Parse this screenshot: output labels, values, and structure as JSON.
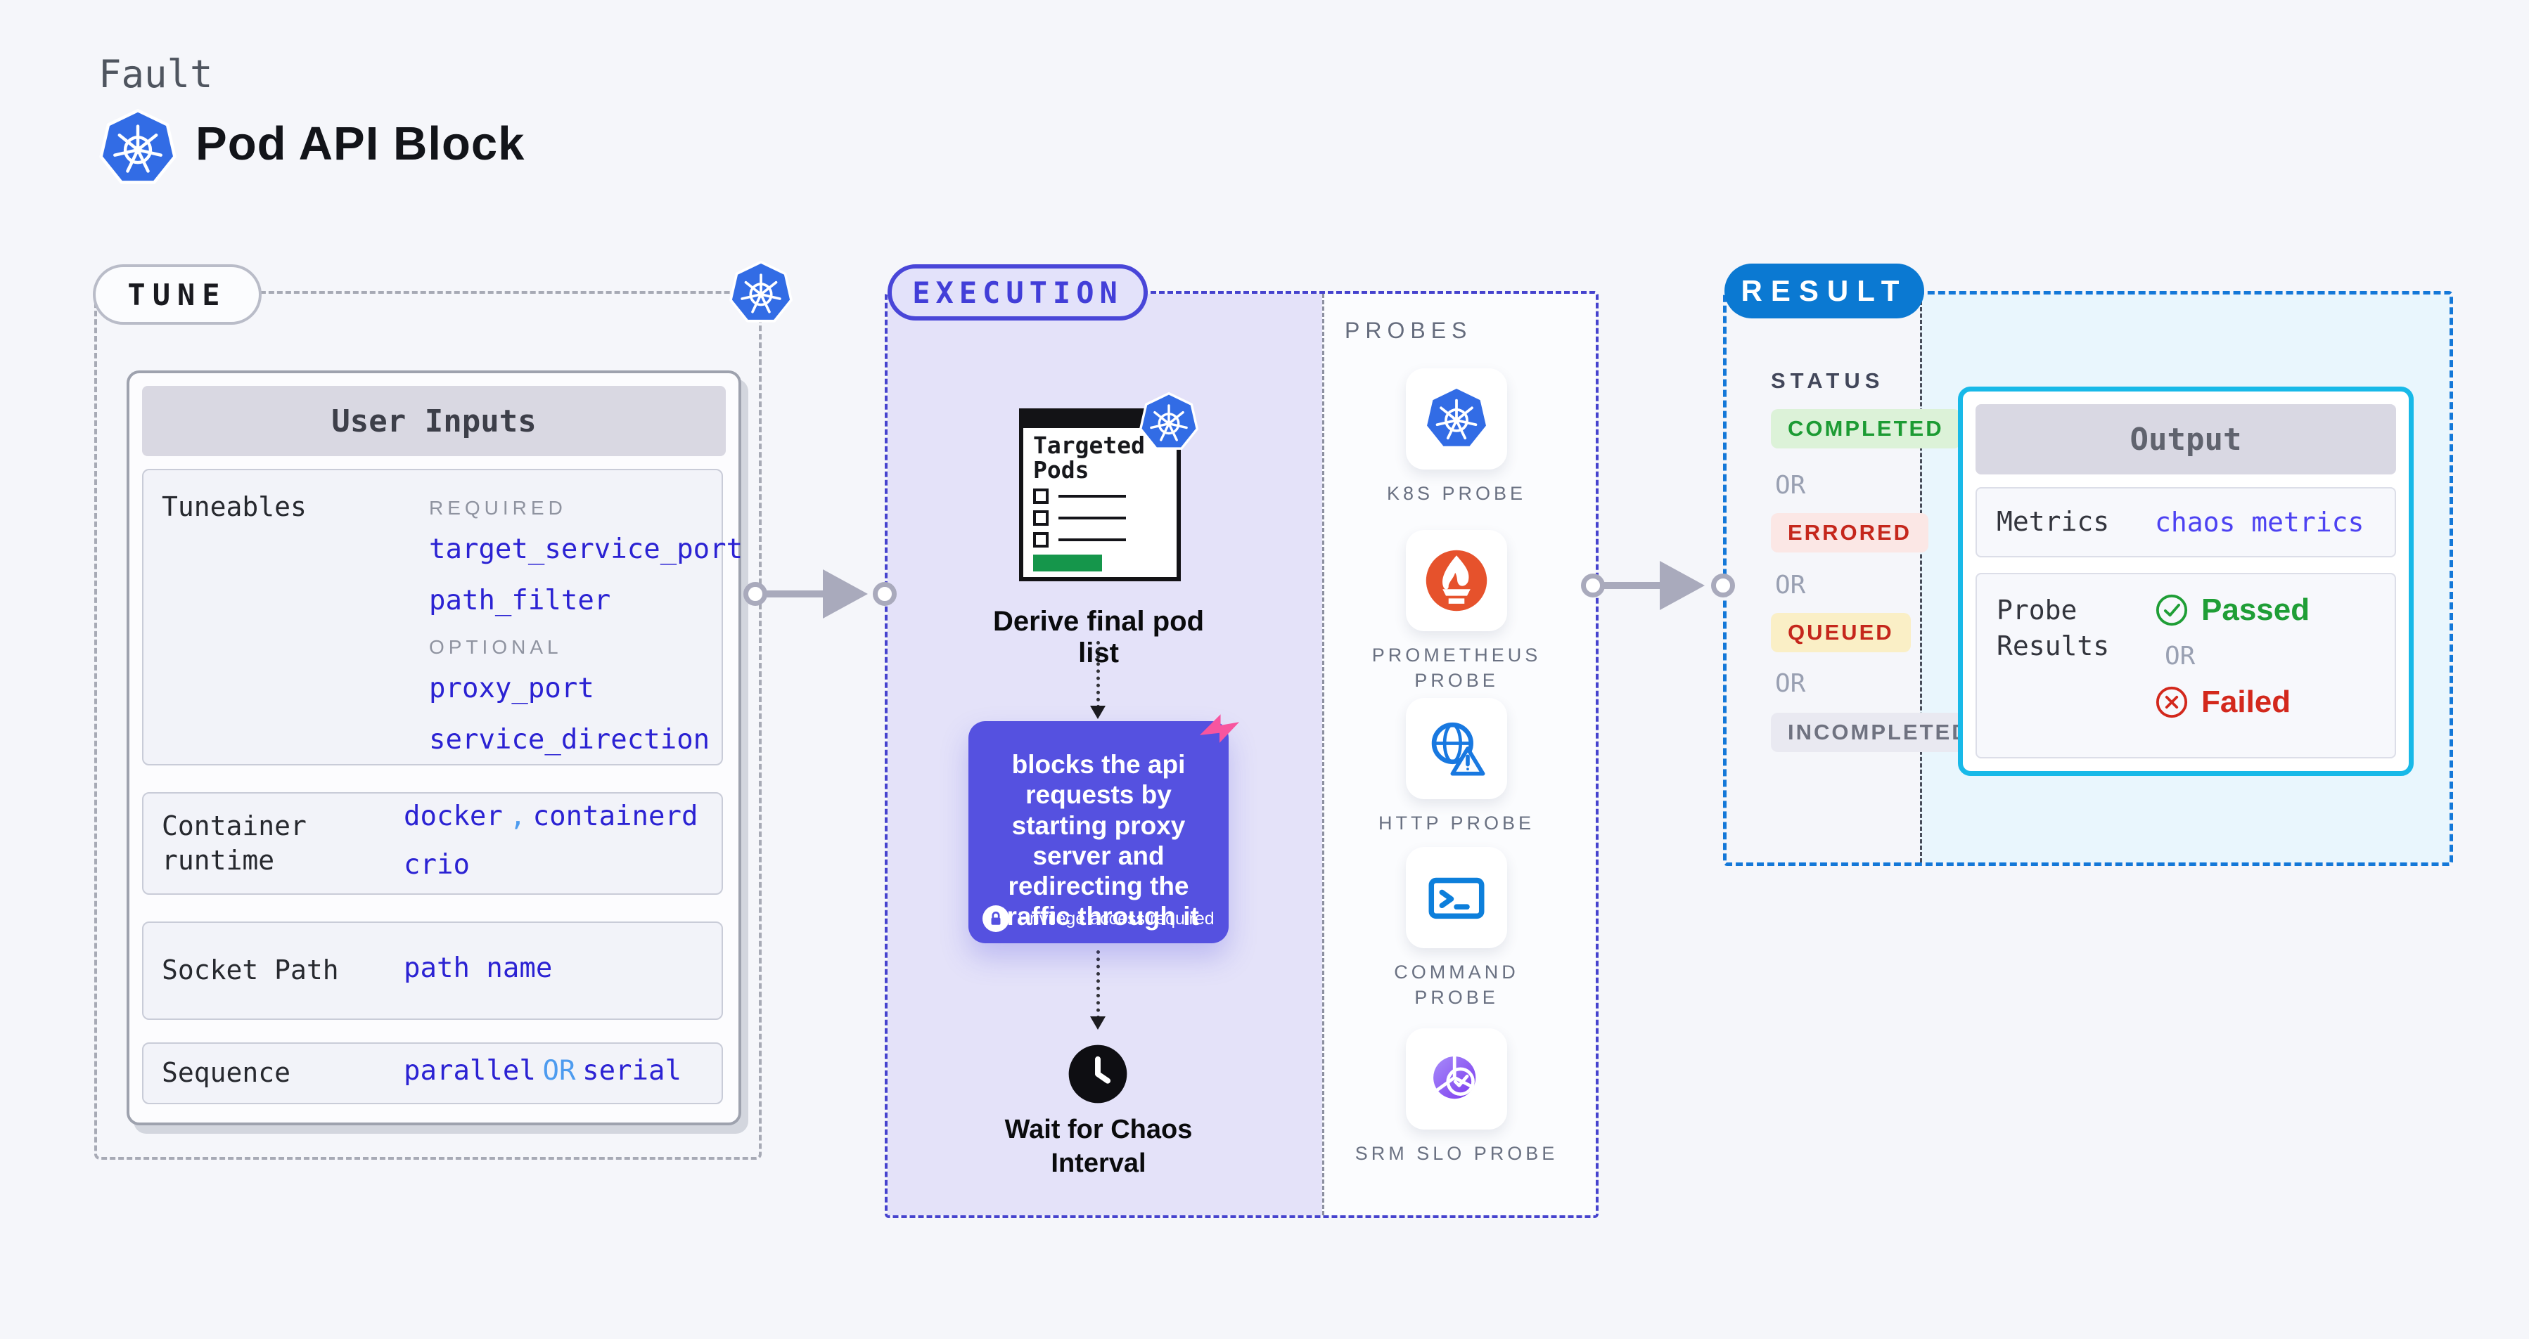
{
  "header": {
    "eyebrow": "Fault",
    "title": "Pod API Block"
  },
  "tune": {
    "badge": "TUNE",
    "card_title": "User Inputs",
    "tuneables": {
      "label": "Tuneables",
      "required_label": "REQUIRED",
      "required": [
        "target_service_port",
        "path_filter"
      ],
      "optional_label": "OPTIONAL",
      "optional": [
        "proxy_port",
        "service_direction"
      ]
    },
    "container_runtime": {
      "label": "Container runtime",
      "value_1": "docker",
      "separator": ",",
      "value_2": "containerd",
      "value_3": "crio"
    },
    "socket_path": {
      "label": "Socket Path",
      "value": "path name"
    },
    "sequence": {
      "label": "Sequence",
      "value_1": "parallel",
      "or": "OR",
      "value_2": "serial"
    }
  },
  "execution": {
    "badge": "EXECUTION",
    "targeted_pods_title": "Targeted Pods",
    "derive_label": "Derive final pod list",
    "description": "blocks the api requests by starting proxy server and redirecting the traffic through it",
    "privilege_note": "Privilege access required",
    "wait_label": "Wait for Chaos Interval"
  },
  "probes": {
    "title": "PROBES",
    "items": [
      {
        "icon": "k8s-icon",
        "label": "K8S PROBE"
      },
      {
        "icon": "prometheus-icon",
        "label": "PROMETHEUS PROBE"
      },
      {
        "icon": "http-icon",
        "label": "HTTP PROBE"
      },
      {
        "icon": "command-icon",
        "label": "COMMAND PROBE"
      },
      {
        "icon": "srm-slo-icon",
        "label": "SRM SLO PROBE"
      }
    ]
  },
  "result": {
    "badge": "RESULT",
    "status_label": "STATUS",
    "or": "OR",
    "statuses": [
      {
        "label": "COMPLETED"
      },
      {
        "label": "ERRORED"
      },
      {
        "label": "QUEUED"
      },
      {
        "label": "INCOMPLETED"
      }
    ],
    "output": {
      "title": "Output",
      "metrics_label": "Metrics",
      "metrics_value": "chaos metrics",
      "probe_results_label": "Probe Results",
      "passed_label": "Passed",
      "or": "OR",
      "failed_label": "Failed"
    }
  },
  "colors": {
    "page_bg": "#F5F6FA",
    "k8s_blue": "#326CE5",
    "accent_purple": "#5551E0",
    "exec_border": "#4643CE",
    "result_border": "#1478D8",
    "result_badge_blue": "#0B79D2",
    "output_border_cyan": "#18B9E8",
    "value_blue": "#2B22D3",
    "light_blue": "#4D9BEF",
    "passed_green": "#1F9E36",
    "failed_red": "#D3281C",
    "queued_yellow_bg": "#FAEFC6",
    "litmus_pink": "#F8559F",
    "prometheus_orange": "#E6522C",
    "green_bar": "#15964B"
  }
}
